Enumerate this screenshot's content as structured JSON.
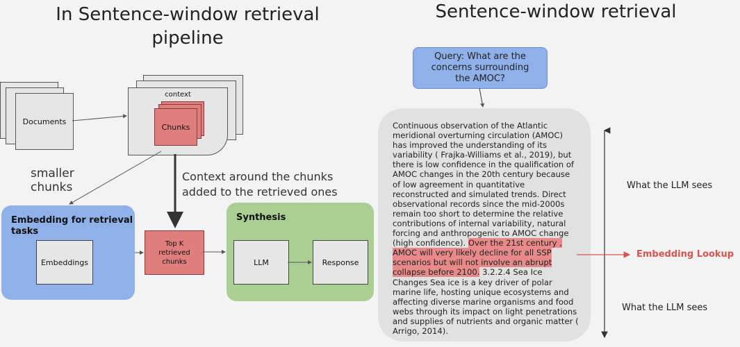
{
  "left_title": "In Sentence-window retrieval pipeline",
  "right_title": "Sentence-window retrieval",
  "documents_label": "Documents",
  "context_label": "context",
  "chunks_label": "Chunks",
  "smaller_chunks": "smaller\nchunks",
  "context_around": "Context around the chunks\nadded to the retrieved ones",
  "embedding_title": "Embedding for retrieval\ntasks",
  "embeddings_label": "Embeddings",
  "topk_label": "Top K\nretrieved\nchunks",
  "synthesis_title": "Synthesis",
  "llm_label": "LLM",
  "response_label": "Response",
  "query": "Query: What are the\nconcerns surrounding\nthe AMOC?",
  "passage_before": "Continuous observation of the Atlantic meridional overturning circulation (AMOC) has improved the understanding of its variability ( Frajka-Williams et al., 2019), but there is low confidence in the qualification of AMOC changes in the 20th century because of low agreement in quantitative reconstructed and simulated trends. Direct observational records since the mid-2000s remain too short to determine the relative contributions of internal variability, natural forcing and anthropogenic to AMOC change (high confidence).",
  "passage_highlight": "Over the 21st century , AMOC will very likely decline for all SSP scenarios but will not involve an abrupt collapse before 2100.",
  "passage_after": "3.2.2.4 Sea Ice Changes Sea ice is a key driver of polar marine life, hosting unique ecosystems and affecting diverse marine organisms and food webs through its impact on light penetrations and supplies of nutrients and organic matter ( Arrigo, 2014).",
  "llm_sees_top": "What the LLM sees",
  "llm_sees_bottom": "What the LLM sees",
  "embedding_lookup": "Embedding Lookup",
  "colors": {
    "blue_panel": "#8fb0e8",
    "green_panel": "#a9cf93",
    "red": "#e07d7d",
    "highlight": "#e88a8a",
    "lookup_text": "#d9534f"
  }
}
